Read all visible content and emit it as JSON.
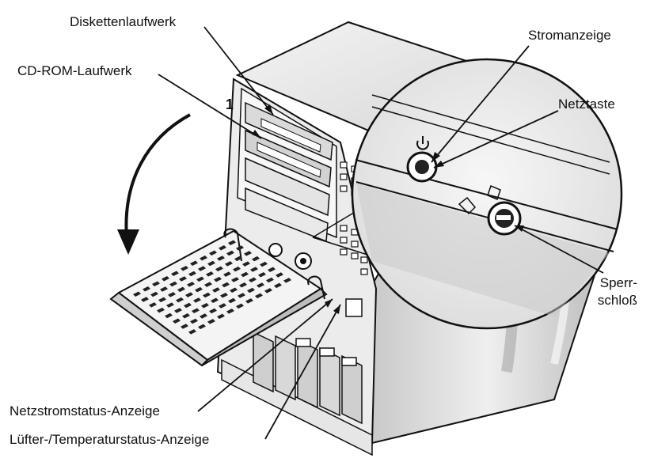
{
  "labels": {
    "floppy": "Diskettenlaufwerk",
    "cdrom": "CD-ROM-Laufwerk",
    "power_indicator": "Stromanzeige",
    "power_button": "Netztaste",
    "lock_line1": "Sperr-",
    "lock_line2": "schloß",
    "psu_status": "Netzstromstatus-Anzeige",
    "fan_temp_status": "Lüfter-/Temperaturstatus-Anzeige",
    "bay_number": "1"
  },
  "colors": {
    "line": "#111111",
    "shade": "#d9d9d9",
    "shade_dark": "#b5b5b5",
    "panel": "#f2f2f2"
  }
}
